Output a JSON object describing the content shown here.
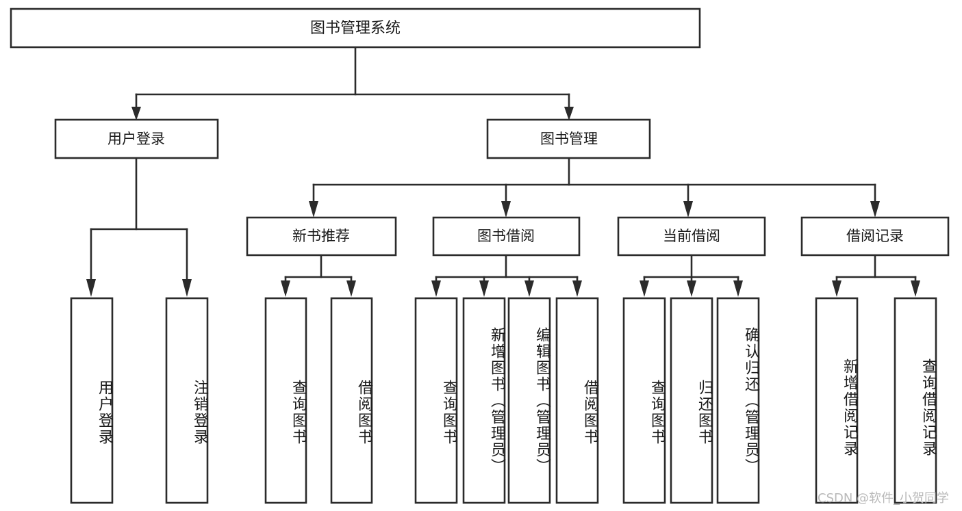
{
  "diagram": {
    "title": "图书管理系统",
    "watermark": "CSDN @软件_小贺同学",
    "type": "tree-hierarchy",
    "root": {
      "id": "root",
      "label": "图书管理系统",
      "level": 0
    },
    "level1": [
      {
        "id": "user-login",
        "label": "用户登录",
        "level": 1
      },
      {
        "id": "book-manage",
        "label": "图书管理",
        "level": 1
      }
    ],
    "level2": [
      {
        "id": "new-book-recommend",
        "label": "新书推荐",
        "parent": "book-manage",
        "level": 2
      },
      {
        "id": "book-borrow",
        "label": "图书借阅",
        "parent": "book-manage",
        "level": 2
      },
      {
        "id": "current-borrow",
        "label": "当前借阅",
        "parent": "book-manage",
        "level": 2
      },
      {
        "id": "borrow-record",
        "label": "借阅记录",
        "parent": "book-manage",
        "level": 2
      }
    ],
    "leaves": [
      {
        "id": "leaf-user-login",
        "label": "用户登录",
        "parent": "user-login"
      },
      {
        "id": "leaf-logout",
        "label": "注销登录",
        "parent": "user-login"
      },
      {
        "id": "leaf-query-book-1",
        "label": "查询图书",
        "parent": "new-book-recommend"
      },
      {
        "id": "leaf-borrow-book-1",
        "label": "借阅图书",
        "parent": "new-book-recommend"
      },
      {
        "id": "leaf-query-book-2",
        "label": "查询图书",
        "parent": "book-borrow"
      },
      {
        "id": "leaf-add-book",
        "label": "新增图书（管理员）",
        "parent": "book-borrow"
      },
      {
        "id": "leaf-edit-book",
        "label": "编辑图书（管理员）",
        "parent": "book-borrow"
      },
      {
        "id": "leaf-borrow-book-2",
        "label": "借阅图书",
        "parent": "book-borrow"
      },
      {
        "id": "leaf-query-book-3",
        "label": "查询图书",
        "parent": "current-borrow"
      },
      {
        "id": "leaf-return-book",
        "label": "归还图书",
        "parent": "current-borrow"
      },
      {
        "id": "leaf-confirm-return",
        "label": "确认归还（管理员）",
        "parent": "current-borrow"
      },
      {
        "id": "leaf-add-record",
        "label": "新增借阅记录",
        "parent": "borrow-record"
      },
      {
        "id": "leaf-query-record",
        "label": "查询借阅记录",
        "parent": "borrow-record"
      }
    ],
    "colors": {
      "stroke": "#2b2b2b",
      "fill": "#ffffff",
      "text": "#1a1a1a",
      "watermark": "#b9b9b9",
      "background": "#ffffff"
    }
  }
}
